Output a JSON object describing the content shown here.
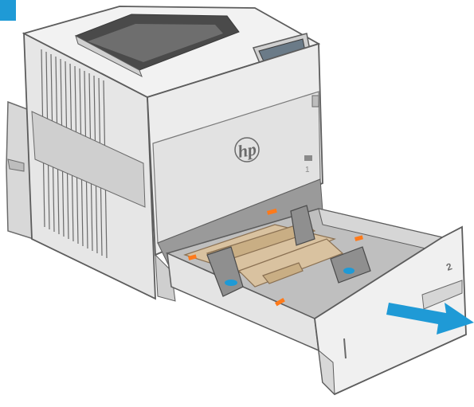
{
  "illustration": {
    "subject": "printer-tray-2-open",
    "brand_text": "hp",
    "door_label": "1",
    "tray_label": "2",
    "arrow_color": "#1f9ad6",
    "accent_color": "#ff7a1a",
    "cardboard_color": "#d9c2a0"
  }
}
